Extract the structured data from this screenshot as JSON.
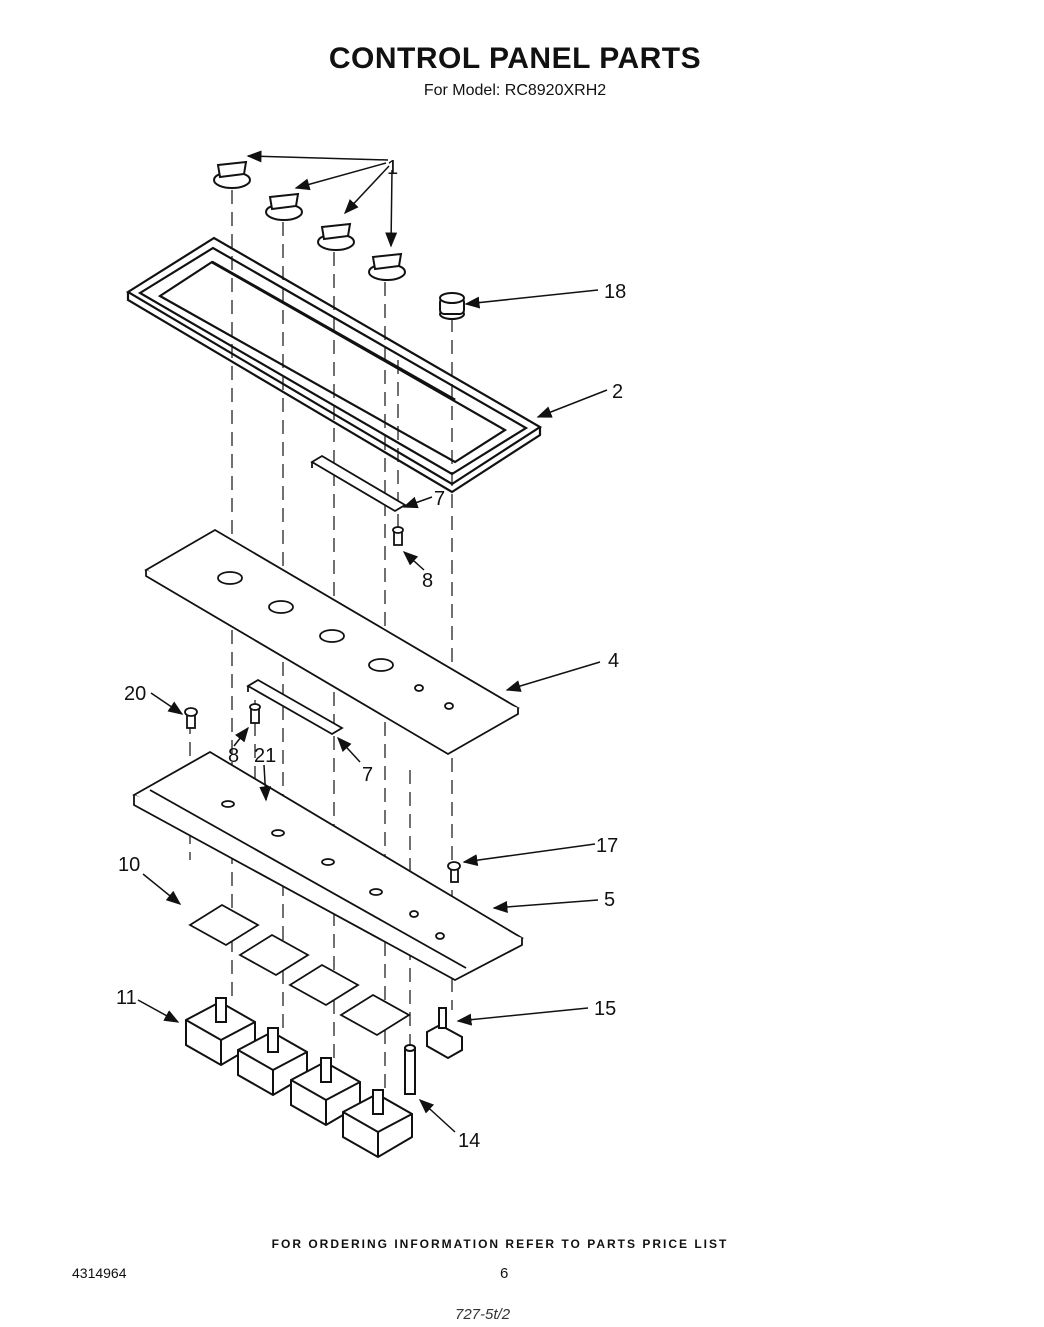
{
  "header": {
    "title": "CONTROL PANEL PARTS",
    "subtitle": "For Model: RC8920XRH2"
  },
  "callouts": {
    "c1": "1",
    "c2": "2",
    "c4": "4",
    "c5": "5",
    "c7a": "7",
    "c7b": "7",
    "c8a": "8",
    "c8b": "8",
    "c10": "10",
    "c11": "11",
    "c14": "14",
    "c15": "15",
    "c17": "17",
    "c18": "18",
    "c20": "20",
    "c21": "21"
  },
  "footer": {
    "ordering_note": "FOR ORDERING INFORMATION REFER TO PARTS PRICE LIST",
    "doc_number": "4314964",
    "page_number": "6",
    "handwritten_note": "727-5t/2"
  }
}
